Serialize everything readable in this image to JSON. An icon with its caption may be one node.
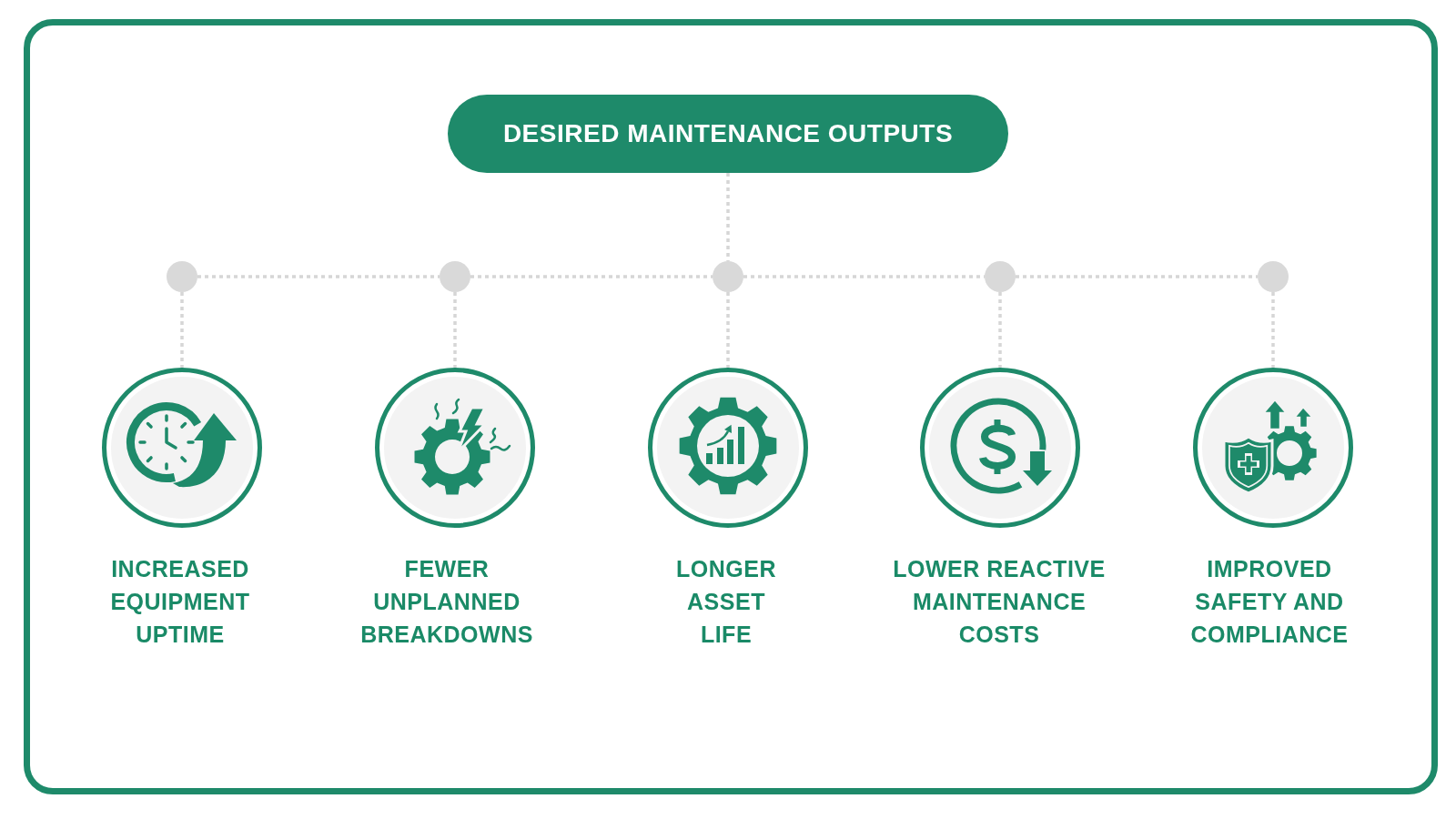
{
  "diagram": {
    "nodes": [
      {
        "text": [
          "DESIRED MAINTENANCE OUTPUTS"
        ]
      },
      {
        "text": [],
        "shape": "circle"
      },
      {
        "text": [],
        "shape": "circle"
      },
      {
        "text": [],
        "shape": "circle"
      },
      {
        "text": [],
        "shape": "circle"
      },
      {
        "text": [],
        "shape": "circle"
      },
      {
        "text": [
          "INCREASED EQUIPMENT UPTIME"
        ]
      },
      {
        "text": [
          "FEWER UNPLANNED BREAKDOWNS"
        ]
      },
      {
        "text": [
          "LONGER ASSET LIFE"
        ]
      },
      {
        "text": [
          "LOWER REACTIVE MAINTENANCE COSTS"
        ]
      },
      {
        "text": [
          "IMPROVED SAFETY AND COMPLIANCE"
        ]
      }
    ],
    "edges": [
      {
        "from": 0,
        "to": 3,
        "arrow": "none",
        "style": "dashed"
      },
      {
        "from": 1,
        "to": 2,
        "arrow": "none",
        "style": "dashed"
      },
      {
        "from": 2,
        "to": 3,
        "arrow": "none",
        "style": "dashed"
      },
      {
        "from": 3,
        "to": 4,
        "arrow": "none",
        "style": "dashed"
      },
      {
        "from": 4,
        "to": 5,
        "arrow": "none",
        "style": "dashed"
      },
      {
        "from": 1,
        "to": 6,
        "arrow": "none",
        "style": "dashed"
      },
      {
        "from": 2,
        "to": 7,
        "arrow": "none",
        "style": "dashed"
      },
      {
        "from": 3,
        "to": 8,
        "arrow": "none",
        "style": "dashed"
      },
      {
        "from": 4,
        "to": 9,
        "arrow": "none",
        "style": "dashed"
      },
      {
        "from": 5,
        "to": 10,
        "arrow": "none",
        "style": "dashed"
      }
    ]
  }
}
